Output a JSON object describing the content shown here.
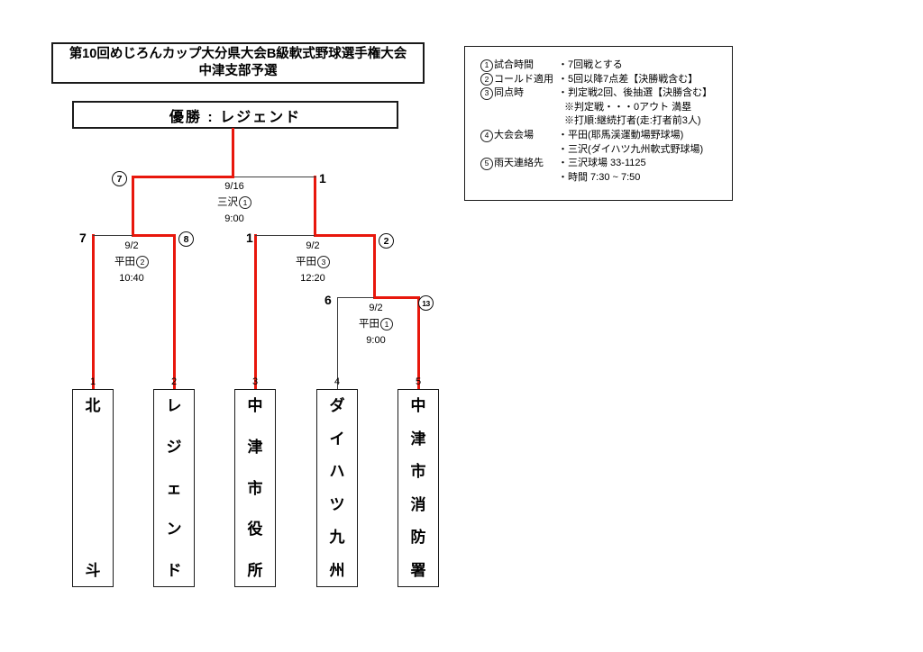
{
  "title": {
    "line1": "第10回めじろんカップ大分県大会B級軟式野球選手権大会",
    "line2": "中津支部予選"
  },
  "champion": {
    "text": "優勝 : レジェンド"
  },
  "rules": {
    "rows": [
      {
        "num": "1",
        "label": "試合時間",
        "text": "・7回戦とする",
        "indent": false
      },
      {
        "num": "2",
        "label": "コールド適用",
        "text": "・5回以降7点差【決勝戦含む】",
        "indent": false
      },
      {
        "num": "3",
        "label": "同点時",
        "text": "・判定戦2回、後抽選【決勝含む】",
        "indent": false
      },
      {
        "num": "",
        "label": "",
        "text": "※判定戦・・・0アウト 満塁",
        "indent": true
      },
      {
        "num": "",
        "label": "",
        "text": "※打順:継続打者(走:打者前3人)",
        "indent": true
      },
      {
        "num": "4",
        "label": "大会会場",
        "text": "・平田(耶馬渓運動場野球場)",
        "indent": false
      },
      {
        "num": "",
        "label": "",
        "text": "・三沢(ダイハツ九州軟式野球場)",
        "indent": false
      },
      {
        "num": "5",
        "label": "雨天連絡先",
        "text": "・三沢球場 33-1125",
        "indent": false
      },
      {
        "num": "",
        "label": "",
        "text": "・時間 7:30 ~ 7:50",
        "indent": false
      }
    ]
  },
  "matches": {
    "final": {
      "date": "9/16",
      "venue": "三沢",
      "game_no": "1",
      "time": "9:00",
      "left_score": "7",
      "right_score": "1",
      "winner": "left"
    },
    "semi_left": {
      "date": "9/2",
      "venue": "平田",
      "game_no": "2",
      "time": "10:40",
      "left_score": "7",
      "right_score": "8",
      "winner": "right"
    },
    "semi_right": {
      "date": "9/2",
      "venue": "平田",
      "game_no": "3",
      "time": "12:20",
      "left_score": "1",
      "right_score": "2",
      "winner": "right"
    },
    "round1": {
      "date": "9/2",
      "venue": "平田",
      "game_no": "1",
      "time": "9:00",
      "left_score": "6",
      "right_score": "13",
      "winner": "right"
    }
  },
  "teams": [
    {
      "seed": "1",
      "name": "北斗"
    },
    {
      "seed": "2",
      "name": "レジェンド"
    },
    {
      "seed": "3",
      "name": "中津市役所"
    },
    {
      "seed": "4",
      "name": "ダイハツ九州"
    },
    {
      "seed": "5",
      "name": "中津市消防署"
    }
  ],
  "colors": {
    "winner_path": "#e8170c",
    "line": "#3d3d3d",
    "border": "#1a1a1a"
  }
}
